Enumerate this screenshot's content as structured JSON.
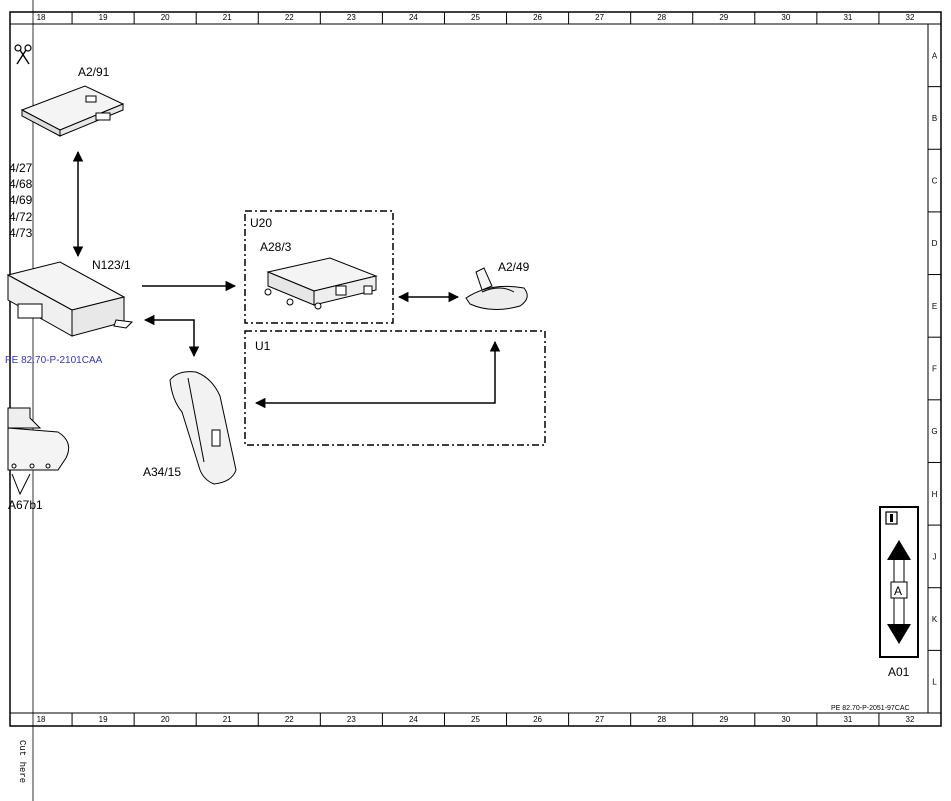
{
  "ruler": {
    "columns": [
      "18",
      "19",
      "20",
      "21",
      "22",
      "23",
      "24",
      "25",
      "26",
      "27",
      "28",
      "29",
      "30",
      "31",
      "32"
    ],
    "rows": [
      "A",
      "B",
      "C",
      "D",
      "E",
      "F",
      "G",
      "H",
      "J",
      "K",
      "L"
    ]
  },
  "components": {
    "a2_91": "A2/91",
    "n123_1": "N123/1",
    "a28_3": "A28/3",
    "a2_49": "A2/49",
    "a34_15": "A34/15",
    "a67b1": "A67b1"
  },
  "groups": {
    "u20": "U20",
    "u1": "U1"
  },
  "left_refs": [
    "4/27",
    "4/68",
    "4/69",
    "4/72",
    "4/73"
  ],
  "links": {
    "left_ref": "PE 82.70-P-2101CAA"
  },
  "footer_ref": "PE 82.70-P-2051-97CAC",
  "nav": {
    "info_icon": "info-icon",
    "page_label": "A",
    "page_name": "A01"
  },
  "cut_text": "Cut here"
}
